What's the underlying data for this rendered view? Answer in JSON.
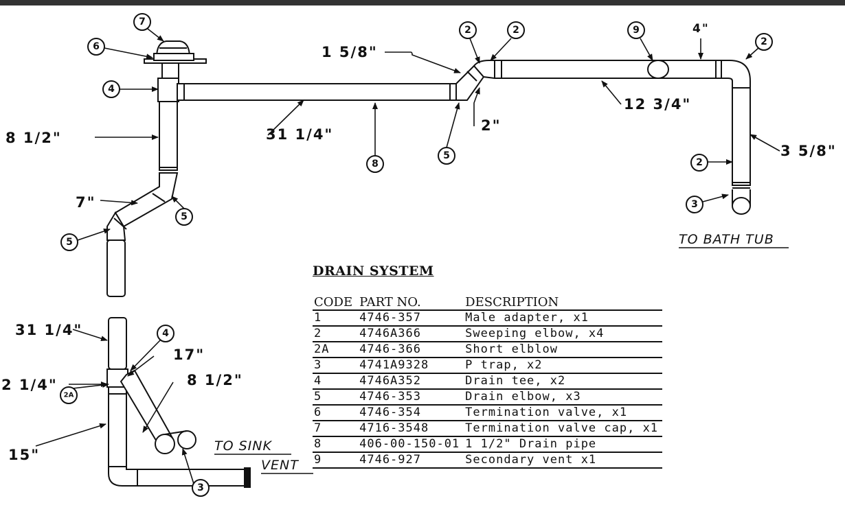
{
  "callouts": [
    "7",
    "6",
    "4",
    "5",
    "5",
    "8",
    "5",
    "2",
    "2",
    "9",
    "2",
    "2",
    "3",
    "4",
    "2A",
    "3"
  ],
  "dims": {
    "pipe_1_5_8": "1 5/8\"",
    "pipe_8_1_2": "8 1/2\"",
    "pipe_7": "7\"",
    "pipe_31_1_4": "31 1/4\"",
    "pipe_2": "2\"",
    "pipe_12_3_4": "12 3/4\"",
    "pipe_4": "4\"",
    "pipe_3_5_8": "3 5/8\"",
    "pipe_31_1_4_b": "31 1/4\"",
    "pipe_17": "17\"",
    "pipe_2_1_4": "2 1/4\"",
    "pipe_8_1_2_b": "8 1/2\"",
    "pipe_15": "15\""
  },
  "captions": {
    "bath_tub": "TO BATH TUB",
    "sink": "TO SINK",
    "vent": "VENT"
  },
  "legend": {
    "title": "DRAIN SYSTEM",
    "headers": [
      "CODE",
      "PART NO.",
      "DESCRIPTION"
    ],
    "rows": [
      {
        "code": "1",
        "part": "4746-357",
        "desc": "Male adapter, x1"
      },
      {
        "code": "2",
        "part": "4746A366",
        "desc": "Sweeping elbow, x4"
      },
      {
        "code": "2A",
        "part": "4746-366",
        "desc": "Short elblow"
      },
      {
        "code": "3",
        "part": "4741A9328",
        "desc": "P trap, x2"
      },
      {
        "code": "4",
        "part": "4746A352",
        "desc": "Drain tee, x2"
      },
      {
        "code": "5",
        "part": "4746-353",
        "desc": "Drain elbow, x3"
      },
      {
        "code": "6",
        "part": "4746-354",
        "desc": "Termination valve, x1"
      },
      {
        "code": "7",
        "part": "4716-3548",
        "desc": "Termination valve cap, x1"
      },
      {
        "code": "8",
        "part": "406-00-150-01",
        "desc": "1 1/2\" Drain pipe"
      },
      {
        "code": "9",
        "part": "4746-927",
        "desc": "Secondary vent x1"
      }
    ]
  }
}
